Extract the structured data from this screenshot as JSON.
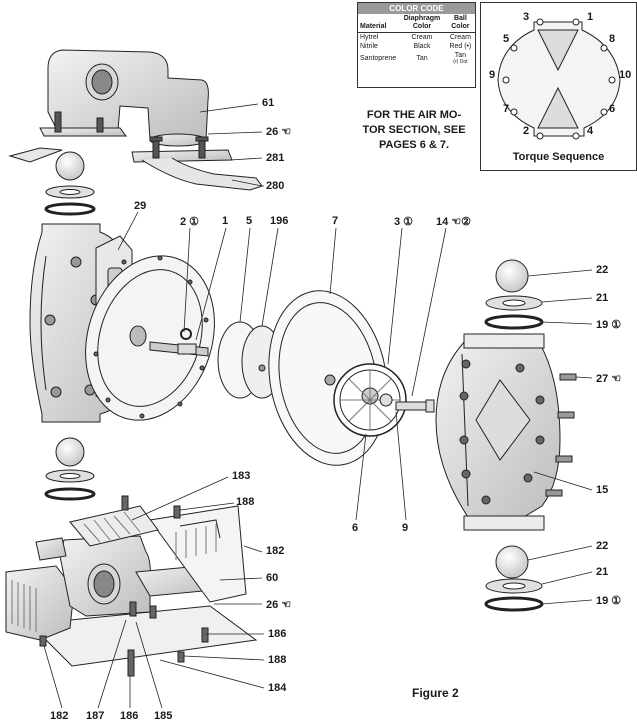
{
  "color_code": {
    "title": "COLOR CODE",
    "headers": [
      "Material",
      "Diaphragm Color",
      "Ball Color"
    ],
    "rows": [
      [
        "Hytrel",
        "Cream",
        "Cream"
      ],
      [
        "Nitrile",
        "Black",
        "Red (•)"
      ],
      [
        "Santoprene",
        "Tan",
        "Tan"
      ]
    ],
    "dot_note": "(•) Dot"
  },
  "air_motor_note": "FOR THE AIR MOTOR SECTION, SEE PAGES 6 & 7.",
  "air_motor_note_lines": [
    "FOR THE AIR MO-",
    "TOR SECTION, SEE",
    "PAGES 6 & 7."
  ],
  "torque": {
    "title": "Torque Sequence",
    "numbers": [
      "3",
      "1",
      "5",
      "8",
      "9",
      "10",
      "7",
      "6",
      "2",
      "4"
    ]
  },
  "figure_caption": "Figure 2",
  "callouts": {
    "c61": "61",
    "c26a": "26 ☜",
    "c281": "281",
    "c280": "280",
    "c29": "29",
    "c2": "2 ①",
    "c1": "1",
    "c5": "5",
    "c196": "196",
    "c7": "7",
    "c3": "3 ①",
    "c14": "14 ☜②",
    "c22a": "22",
    "c21a": "21",
    "c19a": "19 ①",
    "c27": "27 ☜",
    "c15": "15",
    "c6": "6",
    "c9": "9",
    "c183": "183",
    "c188a": "188",
    "c182a": "182",
    "c60": "60",
    "c26b": "26 ☜",
    "c186a": "186",
    "c188b": "188",
    "c184": "184",
    "c22b": "22",
    "c21b": "21",
    "c19b": "19 ①",
    "c182b": "182",
    "c187": "187",
    "c186b": "186",
    "c185": "185"
  }
}
